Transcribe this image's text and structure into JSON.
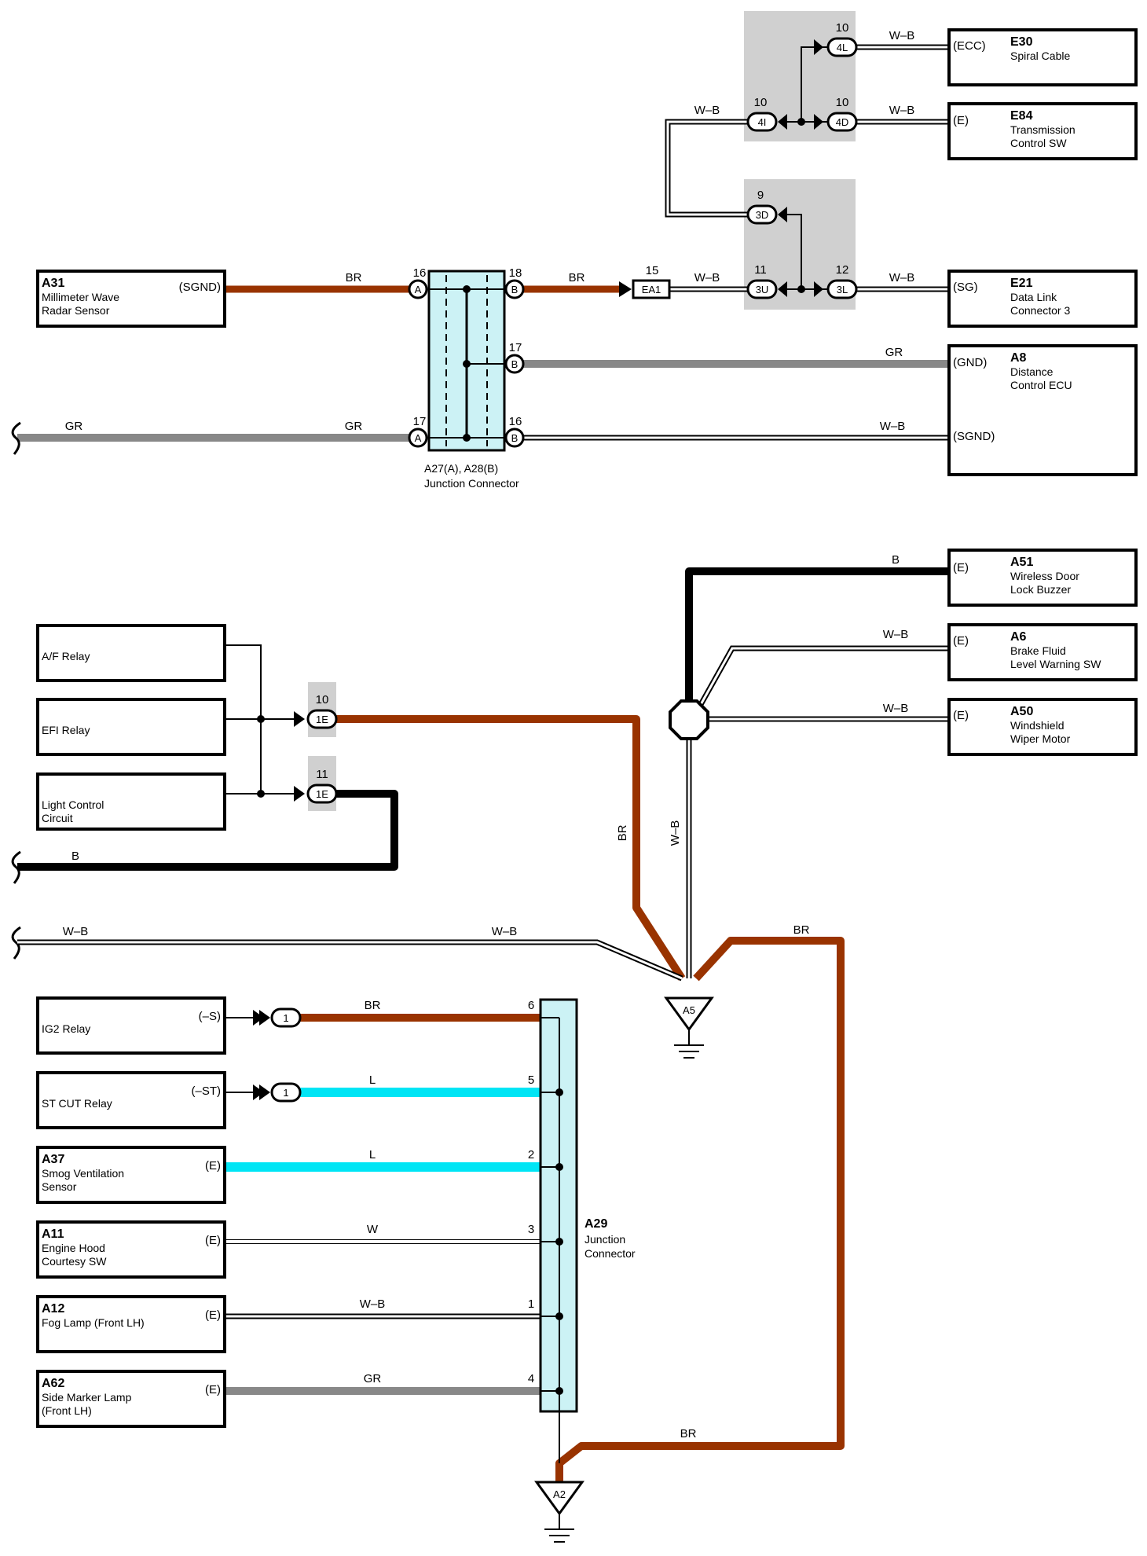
{
  "colors": {
    "BR": "#993300",
    "GR": "#888888",
    "B": "#000000",
    "L": "#00e5f5",
    "W": "#000000",
    "W-B": "#000000",
    "junction_fill": "#ccf2f5",
    "shade": "#d0d0d0"
  },
  "components": [
    {
      "id": "a31",
      "code": "A31",
      "lines": [
        "Millimeter Wave",
        "Radar Sensor"
      ],
      "pin": "(SGND)"
    },
    {
      "id": "e30",
      "code": "E30",
      "lines": [
        "Spiral Cable"
      ],
      "pin": "(ECC)"
    },
    {
      "id": "e84",
      "code": "E84",
      "lines": [
        "Transmission",
        "Control SW"
      ],
      "pin": "(E)"
    },
    {
      "id": "e21",
      "code": "E21",
      "lines": [
        "Data Link",
        "Connector 3"
      ],
      "pin": "(SG)"
    },
    {
      "id": "a8",
      "code": "A8",
      "lines": [
        "Distance",
        "Control ECU"
      ],
      "pin": "(GND)",
      "pin2": "(SGND)"
    },
    {
      "id": "a51",
      "code": "A51",
      "lines": [
        "Wireless Door",
        "Lock Buzzer"
      ],
      "pin": "(E)"
    },
    {
      "id": "a6",
      "code": "A6",
      "lines": [
        "Brake Fluid",
        "Level Warning SW"
      ],
      "pin": "(E)"
    },
    {
      "id": "a50",
      "code": "A50",
      "lines": [
        "Windshield",
        "Wiper Motor"
      ],
      "pin": "(E)"
    },
    {
      "id": "af-relay",
      "code": "",
      "lines": [
        "A/F Relay"
      ],
      "pin": ""
    },
    {
      "id": "efi-relay",
      "code": "",
      "lines": [
        "EFI Relay"
      ],
      "pin": ""
    },
    {
      "id": "light-control",
      "code": "",
      "lines": [
        "Light Control",
        "Circuit"
      ],
      "pin": ""
    },
    {
      "id": "ig2-relay",
      "code": "",
      "lines": [
        "IG2 Relay"
      ],
      "pin": "(–S)"
    },
    {
      "id": "st-cut-relay",
      "code": "",
      "lines": [
        "ST CUT Relay"
      ],
      "pin": "(–ST)"
    },
    {
      "id": "a37",
      "code": "A37",
      "lines": [
        "Smog Ventilation",
        "Sensor"
      ],
      "pin": "(E)"
    },
    {
      "id": "a11",
      "code": "A11",
      "lines": [
        "Engine Hood",
        "Courtesy SW"
      ],
      "pin": "(E)"
    },
    {
      "id": "a12",
      "code": "A12",
      "lines": [
        "Fog Lamp (Front LH)"
      ],
      "pin": "(E)"
    },
    {
      "id": "a62",
      "code": "A62",
      "lines": [
        "Side Marker Lamp",
        "(Front LH)"
      ],
      "pin": "(E)"
    }
  ],
  "junctions": {
    "a27": {
      "title": "A27(A), A28(B)",
      "subtitle": "Junction Connector"
    },
    "a29": {
      "title": "A29",
      "lines": [
        "Junction",
        "Connector"
      ]
    }
  },
  "connector_labels": {
    "A": "A",
    "B": "B",
    "4L": "4L",
    "4I": "4I",
    "4D": "4D",
    "3D": "3D",
    "3U": "3U",
    "3L": "3L",
    "EA1": "EA1",
    "1E": "1E",
    "1": "1"
  },
  "pin_numbers": {
    "n16a": "16",
    "n18": "18",
    "n17b": "17",
    "n17a": "17",
    "n16b": "16",
    "n15": "15",
    "n10_4l": "10",
    "n10_4i": "10",
    "n10_4d": "10",
    "n9": "9",
    "n11_3u": "11",
    "n12": "12",
    "n10_1e": "10",
    "n11_1e": "11",
    "n6": "6",
    "n5": "5",
    "n2": "2",
    "n3": "3",
    "n1": "1",
    "n4": "4"
  },
  "wire_labels": {
    "br_a31": "BR",
    "br_right": "BR",
    "wb_ea1": "W–B",
    "wb_e21": "W–B",
    "gr_a8": "GR",
    "wb_a8": "W–B",
    "gr_left": "GR",
    "gr_mid": "GR",
    "wb_4i": "W–B",
    "wb_4d": "W–B",
    "wb_4l": "W–B",
    "b_a51": "B",
    "wb_a6": "W–B",
    "wb_a50": "W–B",
    "br_vert": "BR",
    "wb_vert": "W–B",
    "b_left": "B",
    "wb_left": "W–B",
    "wb_mid": "W–B",
    "br_a5": "BR",
    "br_ig2": "BR",
    "l_st": "L",
    "l_a37": "L",
    "w_a11": "W",
    "wb_a12": "W–B",
    "gr_a62": "GR",
    "br_a2": "BR"
  },
  "grounds": {
    "a5": "A5",
    "a2": "A2"
  }
}
